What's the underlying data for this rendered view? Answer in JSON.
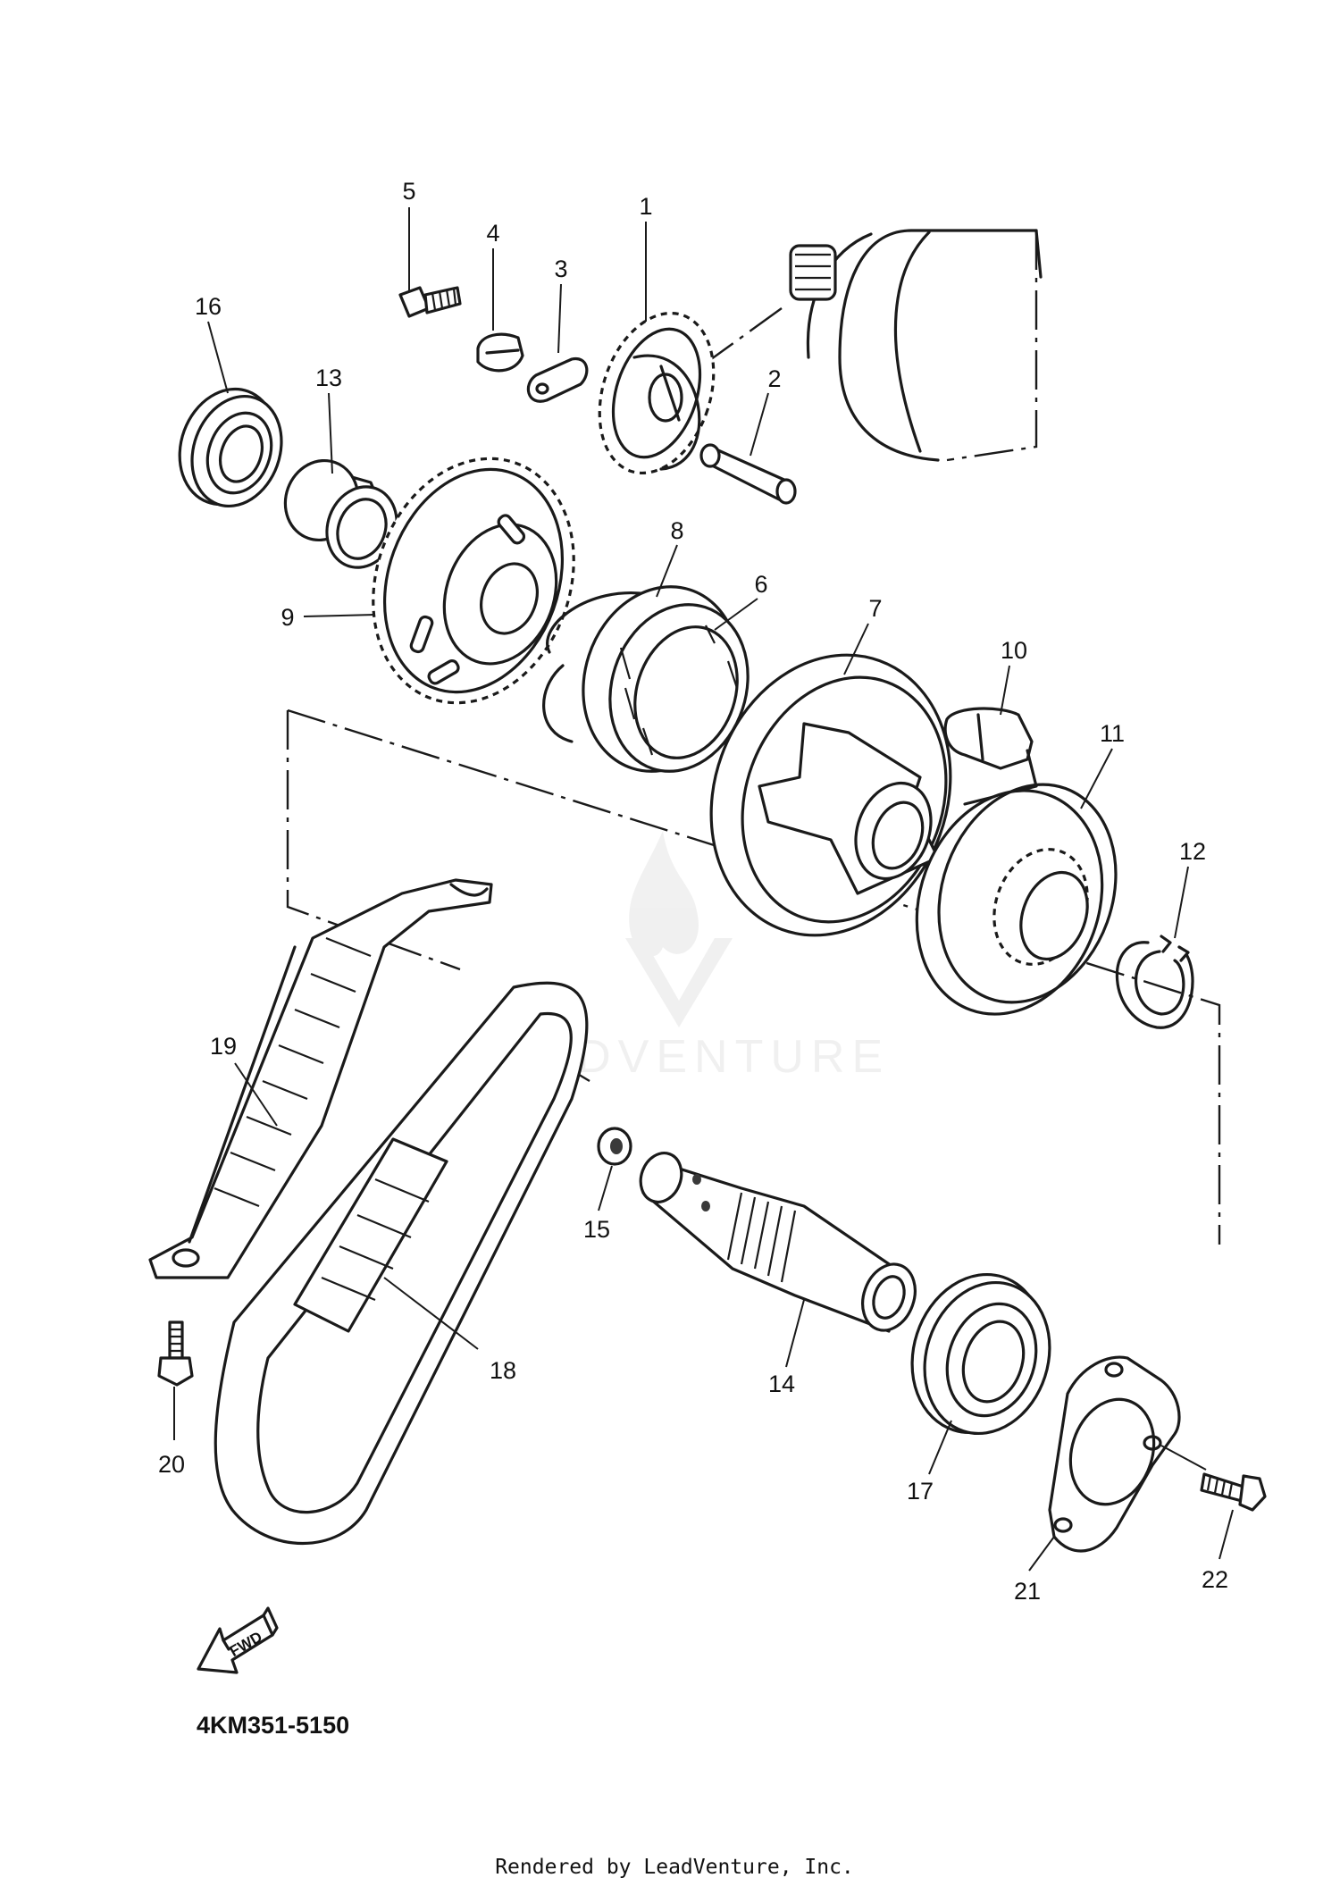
{
  "diagram": {
    "part_labels": [
      "1",
      "2",
      "3",
      "4",
      "5",
      "6",
      "7",
      "8",
      "9",
      "10",
      "11",
      "12",
      "13",
      "14",
      "15",
      "16",
      "17",
      "18",
      "19",
      "20",
      "21",
      "22"
    ],
    "direction_label": "FWD",
    "diagram_code": "4KM351-5150",
    "watermark_text": "LEADVENTURE",
    "credit": "Rendered by LeadVenture, Inc."
  }
}
